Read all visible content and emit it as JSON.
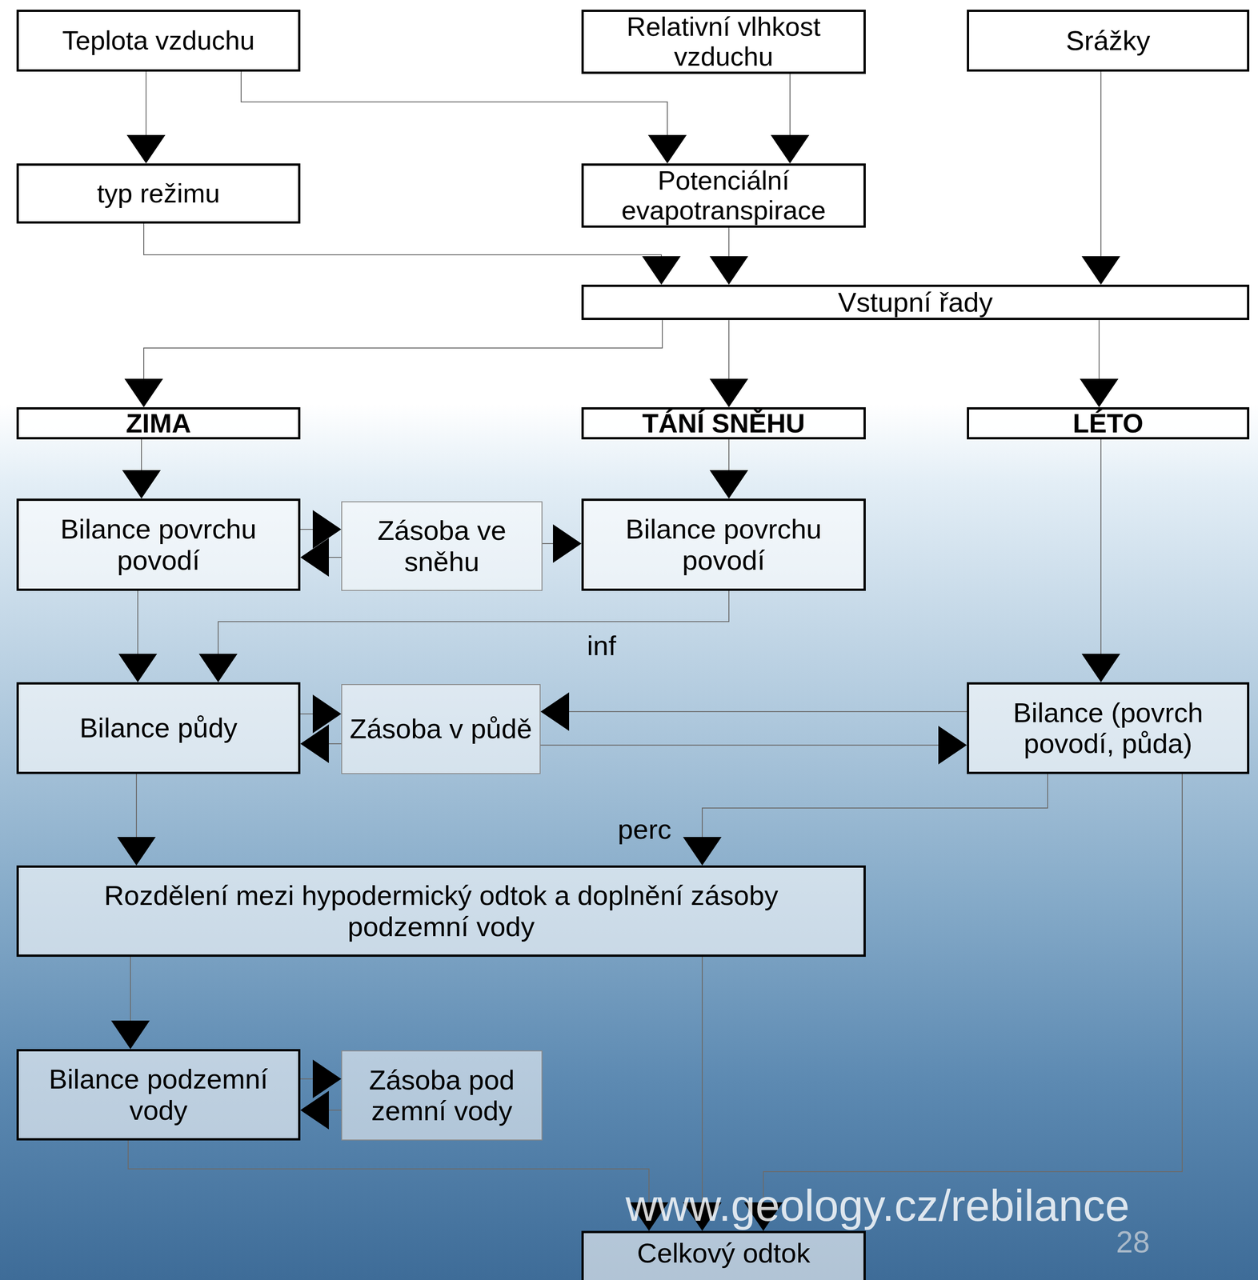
{
  "diagram": {
    "nodes": [
      {
        "text": [
          "Teplota vzduchu"
        ]
      },
      {
        "text": [
          "Relativní vlhkost vzduchu"
        ]
      },
      {
        "text": [
          "Srážky"
        ]
      },
      {
        "text": [
          "typ režimu"
        ]
      },
      {
        "text": [
          "Potenciální evapotranspirace"
        ]
      },
      {
        "text": [
          "Vstupní řady"
        ]
      },
      {
        "text": [
          "ZIMA"
        ]
      },
      {
        "text": [
          "TÁNÍ SNĚHU"
        ]
      },
      {
        "text": [
          "LÉTO"
        ]
      },
      {
        "text": [
          "Bilance povrchu povodí"
        ]
      },
      {
        "text": [
          "Zásoba ve sněhu"
        ]
      },
      {
        "text": [
          "Bilance povrchu povodí"
        ]
      },
      {
        "text": [
          "Bilance půdy"
        ]
      },
      {
        "text": [
          "Zásoba v půdě"
        ]
      },
      {
        "text": [
          "Bilance (povrch povodí, půda)"
        ]
      },
      {
        "text": [
          "Rozdělení mezi hypodermický odtok a doplnění zásoby podzemní vody"
        ]
      },
      {
        "text": [
          "Bilance podzemní vody"
        ]
      },
      {
        "text": [
          "Zásoba pod zemní vody"
        ]
      },
      {
        "text": [
          "Celkový odtok"
        ]
      }
    ],
    "edges": [
      {
        "from": 0,
        "to": 3,
        "arrow": "to"
      },
      {
        "from": 0,
        "to": 4,
        "arrow": "to"
      },
      {
        "from": 1,
        "to": 4,
        "arrow": "to"
      },
      {
        "from": 3,
        "to": 5,
        "arrow": "to"
      },
      {
        "from": 4,
        "to": 5,
        "arrow": "to"
      },
      {
        "from": 2,
        "to": 5,
        "arrow": "to"
      },
      {
        "from": 5,
        "to": 6,
        "arrow": "to"
      },
      {
        "from": 5,
        "to": 7,
        "arrow": "to"
      },
      {
        "from": 5,
        "to": 8,
        "arrow": "to"
      },
      {
        "from": 6,
        "to": 9,
        "arrow": "to"
      },
      {
        "from": 7,
        "to": 11,
        "arrow": "to"
      },
      {
        "from": 8,
        "to": 14,
        "arrow": "to"
      },
      {
        "from": 9,
        "to": 10,
        "arrow": "to"
      },
      {
        "from": 10,
        "to": 9,
        "arrow": "to"
      },
      {
        "from": 10,
        "to": 11,
        "arrow": "to"
      },
      {
        "from": 9,
        "to": 12,
        "arrow": "to"
      },
      {
        "from": 11,
        "to": 12,
        "label": "inf",
        "arrow": "to"
      },
      {
        "from": 12,
        "to": 13,
        "arrow": "to"
      },
      {
        "from": 13,
        "to": 12,
        "arrow": "to"
      },
      {
        "from": 14,
        "to": 13,
        "arrow": "to"
      },
      {
        "from": 13,
        "to": 14,
        "arrow": "to"
      },
      {
        "from": 12,
        "to": 15,
        "arrow": "to"
      },
      {
        "from": 14,
        "to": 15,
        "label": "perc",
        "arrow": "to"
      },
      {
        "from": 15,
        "to": 16,
        "arrow": "to"
      },
      {
        "from": 16,
        "to": 17,
        "arrow": "to"
      },
      {
        "from": 17,
        "to": 16,
        "arrow": "to"
      },
      {
        "from": 16,
        "to": 18,
        "arrow": "to"
      },
      {
        "from": 15,
        "to": 18,
        "arrow": "to"
      },
      {
        "from": 14,
        "to": 18,
        "arrow": "to"
      }
    ],
    "labels": [
      "www.geology.cz/rebilance",
      "28"
    ]
  }
}
